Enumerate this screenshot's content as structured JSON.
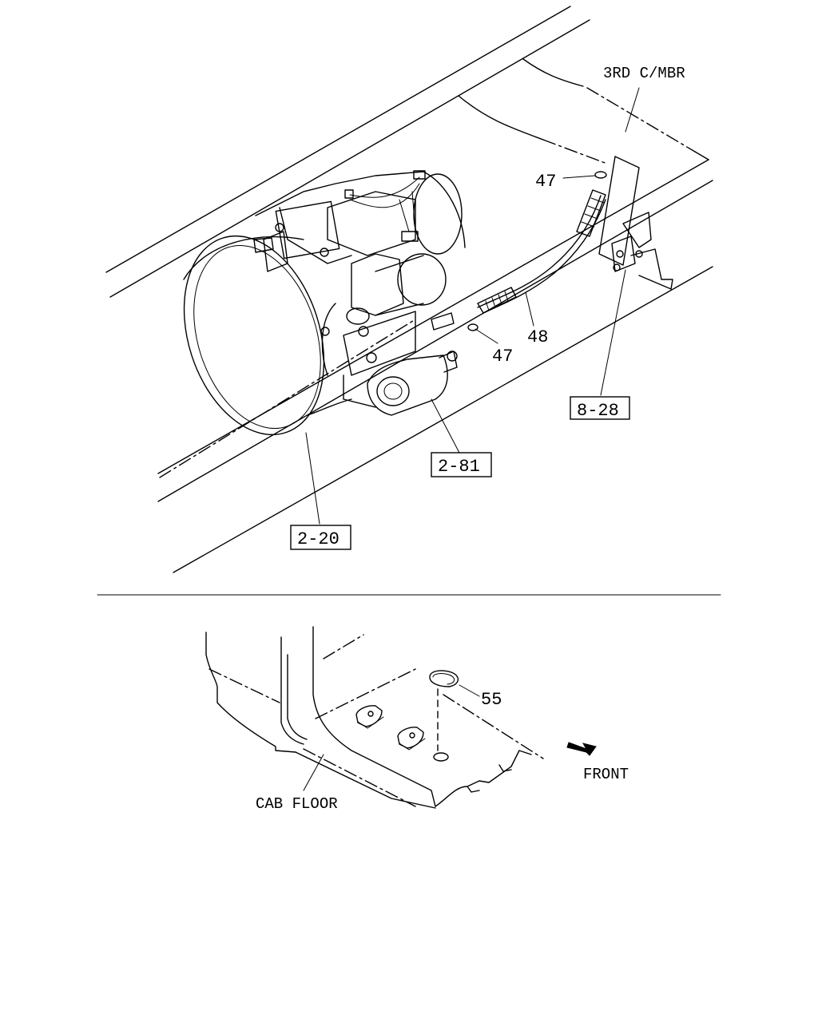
{
  "labels": {
    "member": "3RD C/MBR",
    "part_47_top": "47",
    "part_47_bottom": "47",
    "part_48": "48",
    "part_55": "55",
    "cab_floor": "CAB FLOOR",
    "front": "FRONT"
  },
  "refs": {
    "transmission": "2-20",
    "actuator": "2-81",
    "bracket": "8-28"
  }
}
